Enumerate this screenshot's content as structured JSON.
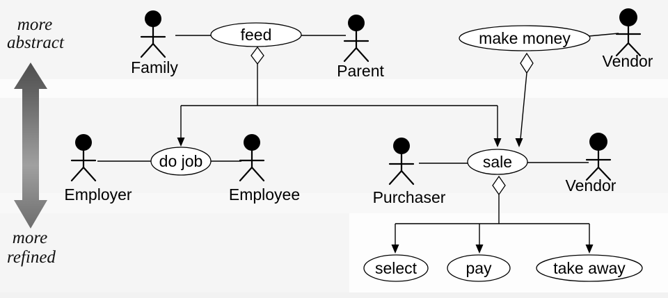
{
  "side_labels": {
    "abstract_line1": "more",
    "abstract_line2": "abstract",
    "refined_line1": "more",
    "refined_line2": "refined"
  },
  "actors": {
    "family": "Family",
    "parent": "Parent",
    "vendor_top": "Vendor",
    "employer": "Employer",
    "employee": "Employee",
    "purchaser": "Purchaser",
    "vendor_mid": "Vendor"
  },
  "use_cases": {
    "feed": "feed",
    "make_money": "make money",
    "do_job": "do job",
    "sale": "sale",
    "select": "select",
    "pay": "pay",
    "take_away": "take away"
  },
  "colors": {
    "background": "#f5f5f5",
    "highlight_band": "#fcfcfc",
    "bottom_panel": "#fdfdfd",
    "diagram_line": "#000000",
    "actor_fill": "#000000",
    "ellipse_fill": "#ffffff",
    "gradient_arrow_dark": "#4e4e4e",
    "gradient_arrow_light": "#a0a0a0"
  }
}
